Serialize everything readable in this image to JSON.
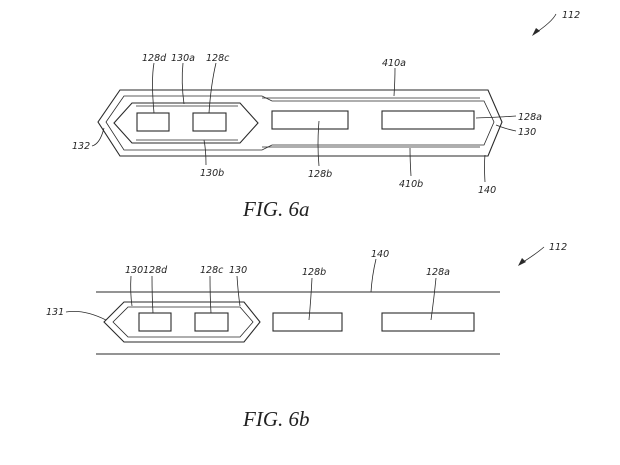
{
  "figure_6a": {
    "caption": "FIG. 6a",
    "labels": {
      "ref_112": "112",
      "ref_410a": "410a",
      "ref_128d": "128d",
      "ref_130a": "130a",
      "ref_128c": "128c",
      "ref_128a": "128a",
      "ref_130": "130",
      "ref_132": "132",
      "ref_130b": "130b",
      "ref_128b": "128b",
      "ref_410b": "410b",
      "ref_140": "140"
    }
  },
  "figure_6b": {
    "caption": "FIG. 6b",
    "labels": {
      "ref_112": "112",
      "ref_140": "140",
      "ref_130_left": "130",
      "ref_128d": "128d",
      "ref_128c": "128c",
      "ref_130_right": "130",
      "ref_128b": "128b",
      "ref_128a": "128a",
      "ref_131": "131"
    }
  },
  "colors": {
    "line": "#2a2a2a",
    "background": "#ffffff"
  }
}
